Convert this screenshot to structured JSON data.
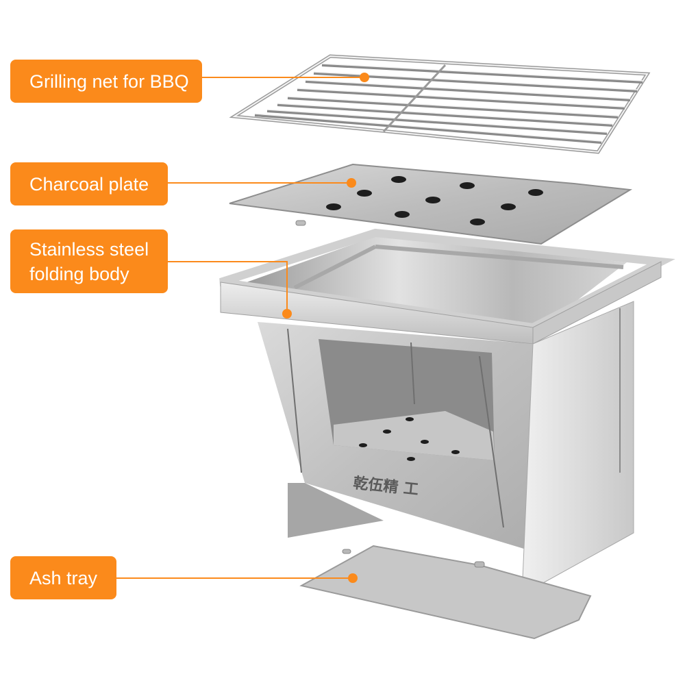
{
  "callouts": [
    {
      "id": "grilling-net",
      "label": "Grilling net for BBQ"
    },
    {
      "id": "charcoal-plate",
      "label": "Charcoal plate"
    },
    {
      "id": "folding-body",
      "label": "Stainless steel\nfolding body"
    },
    {
      "id": "ash-tray",
      "label": "Ash tray"
    }
  ],
  "brand_mark": {
    "text": "乾伍精 工"
  },
  "colors": {
    "accent": "#fb8a1b",
    "label_text": "#ffffff",
    "background": "#ffffff",
    "steel_light": "#e6e6e6",
    "steel_mid": "#c4c4c4",
    "steel_dark": "#8e8e8e"
  }
}
